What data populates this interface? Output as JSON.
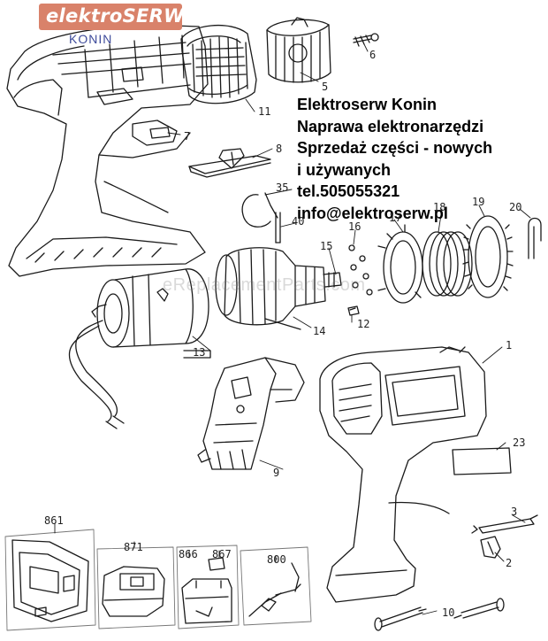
{
  "logo": {
    "brand": "elektroSERW",
    "city": "KONIN"
  },
  "contact": {
    "lines": [
      "Elektroserw Konin",
      "Naprawa elektronarzędzi",
      "Sprzedaż części - nowych",
      "i używanych",
      "tel.505055321",
      "info@elektroserw.pl"
    ]
  },
  "watermark": "eReplacementParts.com",
  "part_numbers": {
    "p1": "1",
    "p2": "2",
    "p3": "3",
    "p5": "5",
    "p6": "6",
    "p7": "7",
    "p8": "8",
    "p9": "9",
    "p10": "10",
    "p11": "11",
    "p12": "12",
    "p13": "13",
    "p14": "14",
    "p15": "15",
    "p16": "16",
    "p17": "17",
    "p18": "18",
    "p19": "19",
    "p20": "20",
    "p23": "23",
    "p35": "35",
    "p40": "40",
    "p800": "800",
    "p861": "861",
    "p866": "866",
    "p867": "867",
    "p871": "871"
  }
}
